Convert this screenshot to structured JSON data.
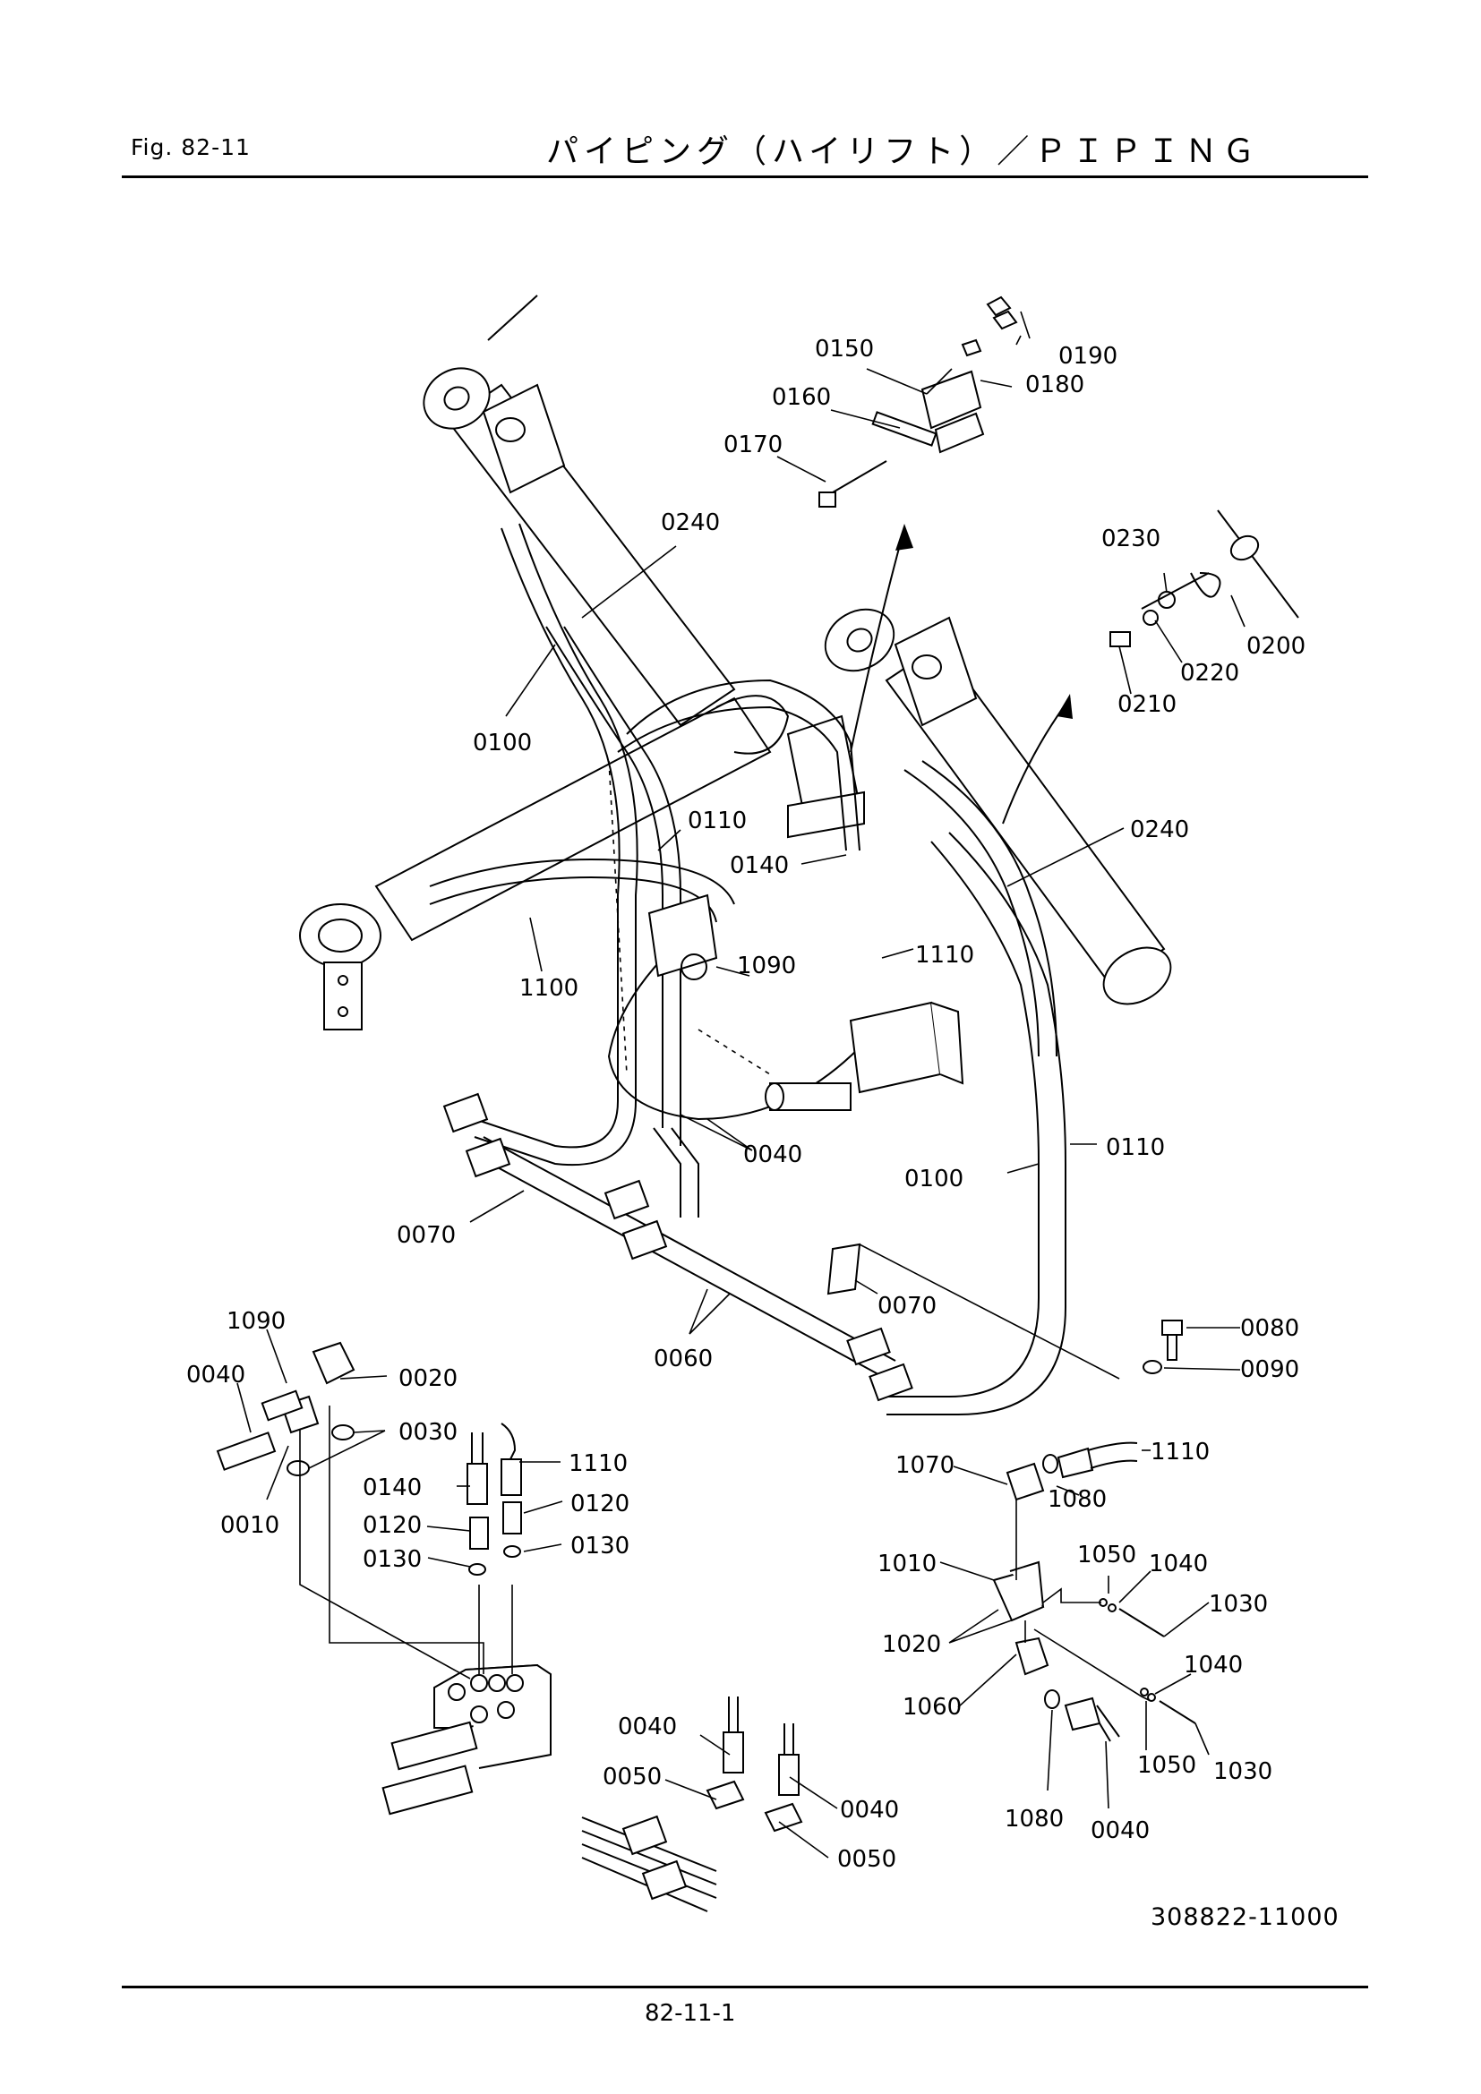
{
  "header": {
    "fig_label": "Fig.  82-11",
    "title": "パイピング（ハイリフト）／ＰＩＰＩＮＧ"
  },
  "footer": {
    "page_number": "82-11-1",
    "drawing_number": "308822-11000"
  },
  "callouts": {
    "c0190": "0190",
    "c0150": "0150",
    "c0180": "0180",
    "c0160": "0160",
    "c0170": "0170",
    "c0240a": "0240",
    "c0230": "0230",
    "c0200": "0200",
    "c0220": "0220",
    "c0210": "0210",
    "c0100a": "0100",
    "c0110a": "0110",
    "c0140a": "0140",
    "c0240b": "0240",
    "c1110a": "1110",
    "c1090a": "1090",
    "c1100": "1100",
    "c0040a": "0040",
    "c0110b": "0110",
    "c0100b": "0100",
    "c0070a": "0070",
    "c0070b": "0070",
    "c0060": "0060",
    "c0080": "0080",
    "c0090": "0090",
    "c1090b": "1090",
    "c0040b": "0040",
    "c0020": "0020",
    "c0030": "0030",
    "c0010": "0010",
    "c1110b": "1110",
    "c0140b": "0140",
    "c0120a": "0120",
    "c0120b": "0120",
    "c0130a": "0130",
    "c0130b": "0130",
    "c1070": "1070",
    "c1110c": "1110",
    "c1080a": "1080",
    "c1010": "1010",
    "c1050a": "1050",
    "c1040a": "1040",
    "c1030a": "1030",
    "c1020": "1020",
    "c1040b": "1040",
    "c1060": "1060",
    "c1050b": "1050",
    "c1030b": "1030",
    "c1080b": "1080",
    "c0040c": "0040",
    "c0040d": "0040",
    "c0050a": "0050",
    "c0040e": "0040",
    "c0050b": "0050"
  }
}
